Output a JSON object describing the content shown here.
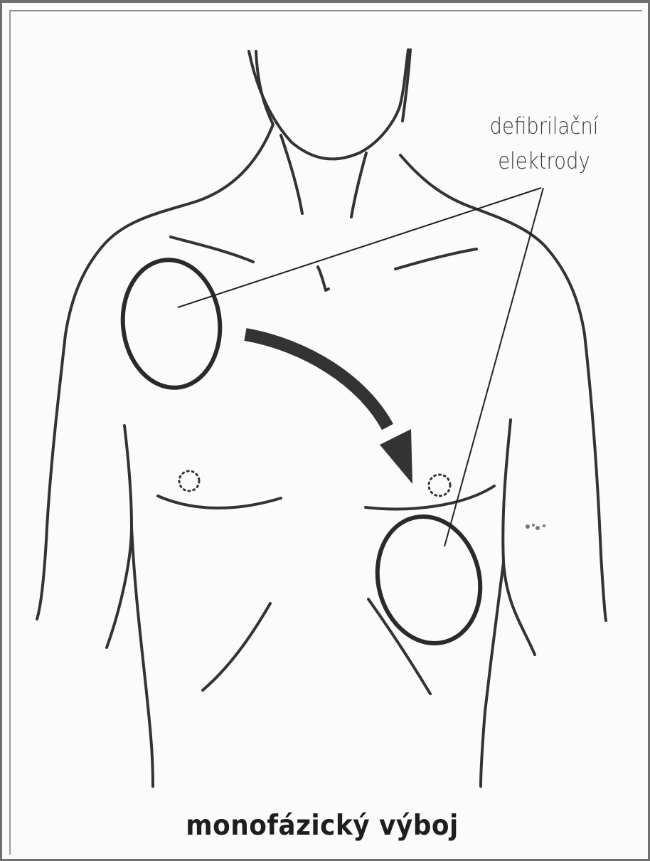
{
  "diagram": {
    "callout_label_line1": "defibrilační",
    "callout_label_line2": "elektrody",
    "caption": "monofázický výboj"
  }
}
